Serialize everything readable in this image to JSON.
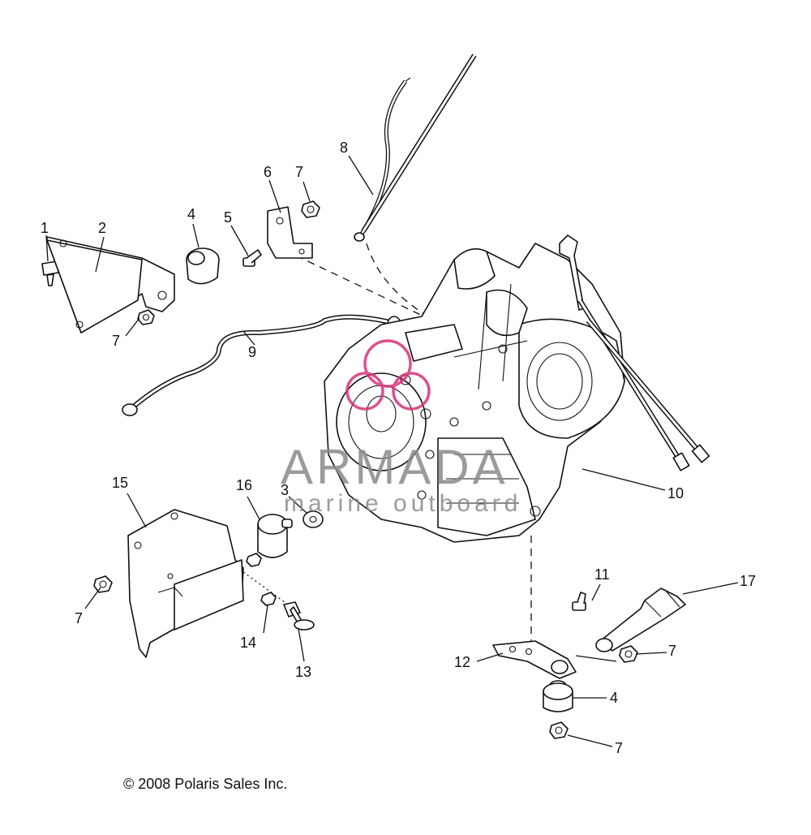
{
  "callouts": {
    "c1": "1",
    "c2": "2",
    "c3": "3",
    "c4a": "4",
    "c4b": "4",
    "c5": "5",
    "c6": "6",
    "c7a": "7",
    "c7b": "7",
    "c7c": "7",
    "c7d": "7",
    "c7e": "7",
    "c8": "8",
    "c9": "9",
    "c10": "10",
    "c11": "11",
    "c12": "12",
    "c13": "13",
    "c14": "14",
    "c15": "15",
    "c16": "16",
    "c17": "17"
  },
  "watermark": {
    "brand": "ARMADA",
    "tagline": "marine outboard",
    "color": "#d6337a"
  },
  "copyright": "© 2008 Polaris Sales Inc."
}
